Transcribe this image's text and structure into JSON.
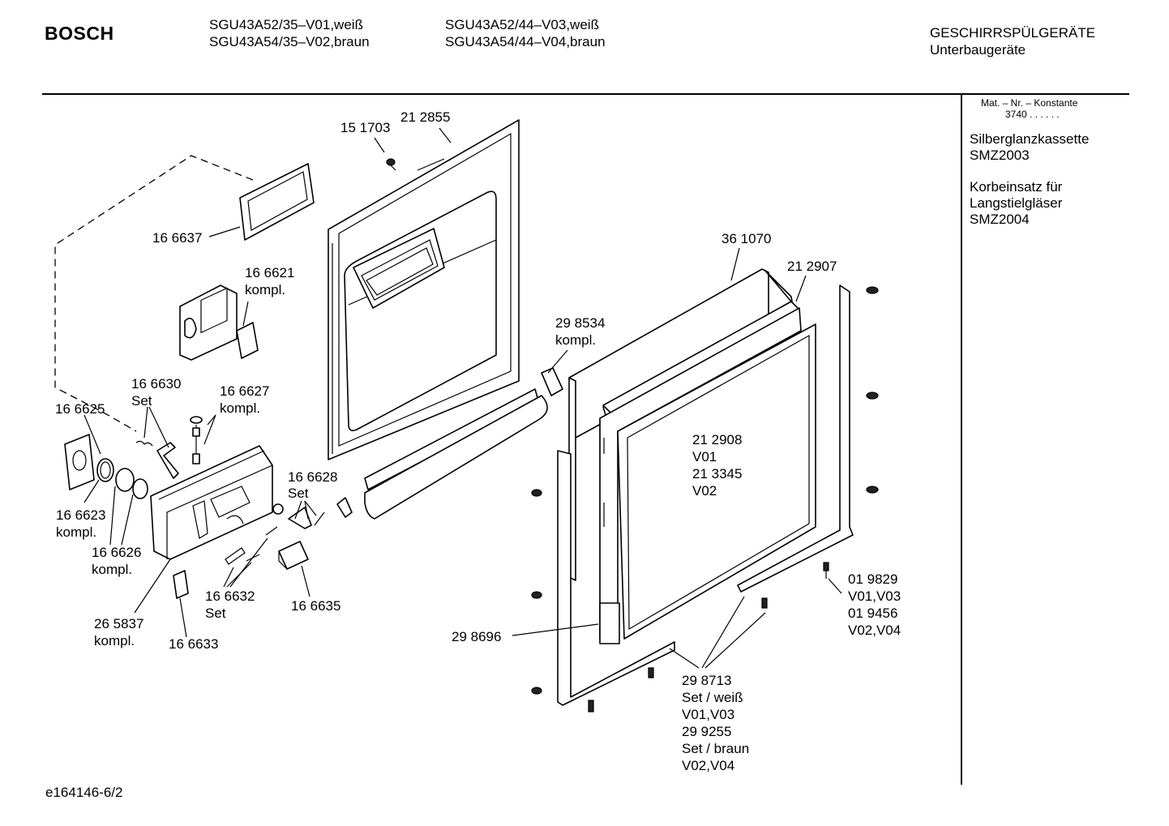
{
  "header": {
    "brand": "BOSCH",
    "models": [
      "SGU43A52/35–V01,weiß",
      "SGU43A54/35–V02,braun",
      "SGU43A52/44–V03,weiß",
      "SGU43A54/44–V04,braun"
    ],
    "category": "GESCHIRRSPÜLGERÄTE",
    "subcategory": "Unterbaugeräte"
  },
  "sidebar": {
    "matnr_label": "Mat. – Nr. – Konstante",
    "matnr_value": "3740 . .   . . . .",
    "accessories": [
      [
        "Silberglanzkassette",
        "SMZ2003"
      ],
      [
        "Korbeinsatz für",
        "Langstielgläser",
        "SMZ2004"
      ]
    ]
  },
  "parts": [
    {
      "lines": [
        "15 1703"
      ]
    },
    {
      "lines": [
        "21 2855"
      ]
    },
    {
      "lines": [
        "16 6637"
      ]
    },
    {
      "lines": [
        "16 6621",
        "kompl."
      ]
    },
    {
      "lines": [
        "36 1070"
      ]
    },
    {
      "lines": [
        "21 2907"
      ]
    },
    {
      "lines": [
        "29 8534",
        "kompl."
      ]
    },
    {
      "lines": [
        "16 6630",
        "Set"
      ]
    },
    {
      "lines": [
        "16 6627",
        "kompl."
      ]
    },
    {
      "lines": [
        "16 6625"
      ]
    },
    {
      "lines": [
        "21 2908",
        "V01",
        "21 3345",
        "V02"
      ]
    },
    {
      "lines": [
        "16 6628",
        "Set"
      ]
    },
    {
      "lines": [
        "16 6623",
        "kompl."
      ]
    },
    {
      "lines": [
        "16 6626",
        "kompl."
      ]
    },
    {
      "lines": [
        "01 9829",
        "V01,V03",
        "01 9456",
        "V02,V04"
      ]
    },
    {
      "lines": [
        "16 6632",
        "Set"
      ]
    },
    {
      "lines": [
        "16 6635"
      ]
    },
    {
      "lines": [
        "26 5837",
        "kompl."
      ]
    },
    {
      "lines": [
        "16 6633"
      ]
    },
    {
      "lines": [
        "29 8696"
      ]
    },
    {
      "lines": [
        "29 8713",
        "Set / weiß",
        "V01,V03",
        "29 9255",
        "Set / braun",
        "V02,V04"
      ]
    }
  ],
  "footer": {
    "drawing_id": "e164146-6/2"
  }
}
